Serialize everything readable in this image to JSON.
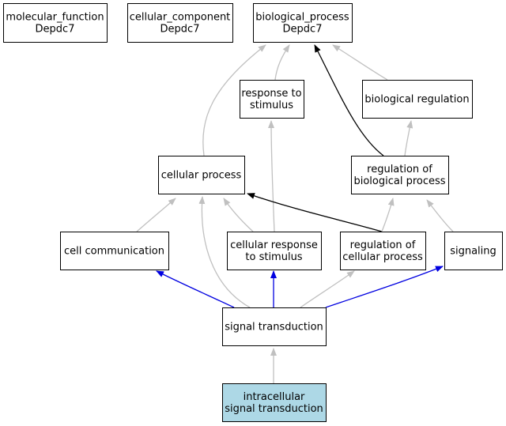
{
  "colors": {
    "node_fill": "#ffffff",
    "highlight_fill": "#add8e6",
    "edge_default": "#c0c0c0",
    "edge_black": "#000000",
    "edge_blue": "#0000e0"
  },
  "nodes": [
    {
      "id": "mf",
      "lines": [
        "molecular_function",
        "Depdc7"
      ]
    },
    {
      "id": "cc",
      "lines": [
        "cellular_component",
        "Depdc7"
      ]
    },
    {
      "id": "bp",
      "lines": [
        "biological_process",
        "Depdc7"
      ]
    },
    {
      "id": "rts",
      "lines": [
        "response to",
        "stimulus"
      ]
    },
    {
      "id": "breg",
      "lines": [
        "biological regulation"
      ]
    },
    {
      "id": "cp",
      "lines": [
        "cellular process"
      ]
    },
    {
      "id": "rbp",
      "lines": [
        "regulation of",
        "biological process"
      ]
    },
    {
      "id": "cc2",
      "lines": [
        "cell communication"
      ]
    },
    {
      "id": "crs",
      "lines": [
        "cellular response",
        "to stimulus"
      ]
    },
    {
      "id": "rcp",
      "lines": [
        "regulation of",
        "cellular process"
      ]
    },
    {
      "id": "sig",
      "lines": [
        "signaling"
      ]
    },
    {
      "id": "st",
      "lines": [
        "signal transduction"
      ]
    },
    {
      "id": "ist",
      "lines": [
        "intracellular",
        "signal transduction"
      ],
      "highlight": true
    }
  ],
  "edges": [
    {
      "from": "cp",
      "to": "bp",
      "color": "gray"
    },
    {
      "from": "rts",
      "to": "bp",
      "color": "gray"
    },
    {
      "from": "rbp",
      "to": "bp",
      "color": "black"
    },
    {
      "from": "breg",
      "to": "bp",
      "color": "gray"
    },
    {
      "from": "crs",
      "to": "rts",
      "color": "gray"
    },
    {
      "from": "rbp",
      "to": "breg",
      "color": "gray"
    },
    {
      "from": "cc2",
      "to": "cp",
      "color": "gray"
    },
    {
      "from": "st",
      "to": "cp",
      "color": "gray"
    },
    {
      "from": "crs",
      "to": "cp",
      "color": "gray"
    },
    {
      "from": "rcp",
      "to": "cp",
      "color": "black"
    },
    {
      "from": "rcp",
      "to": "rbp",
      "color": "gray"
    },
    {
      "from": "sig",
      "to": "rbp",
      "color": "gray"
    },
    {
      "from": "st",
      "to": "cc2",
      "color": "blue"
    },
    {
      "from": "st",
      "to": "crs",
      "color": "blue"
    },
    {
      "from": "st",
      "to": "rcp",
      "color": "gray"
    },
    {
      "from": "st",
      "to": "sig",
      "color": "blue"
    },
    {
      "from": "ist",
      "to": "st",
      "color": "gray"
    }
  ]
}
